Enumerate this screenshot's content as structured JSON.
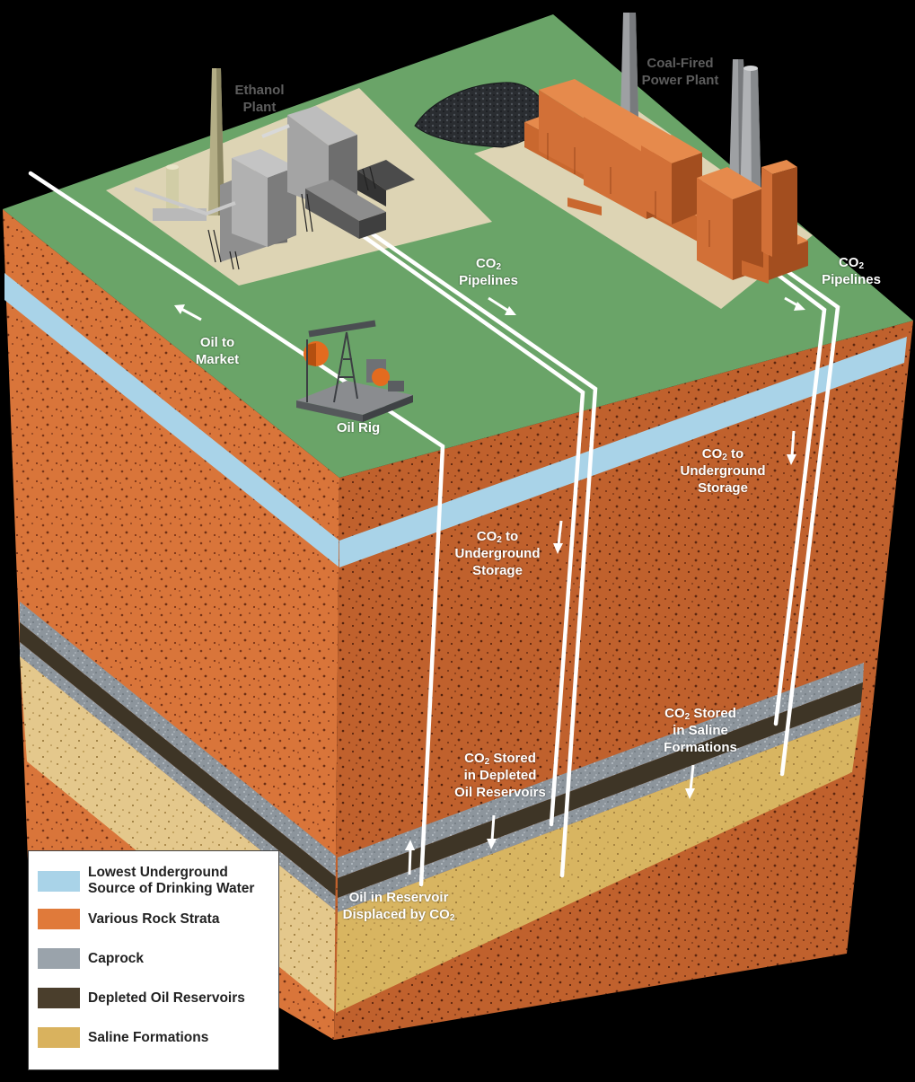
{
  "labels": {
    "ethanol_plant": [
      "Ethanol",
      "Plant"
    ],
    "coal_plant": [
      "Coal-Fired",
      "Power Plant"
    ],
    "co2_pipelines_left": [
      "CO|2",
      "Pipelines"
    ],
    "co2_pipelines_right": [
      "CO|2",
      "Pipelines"
    ],
    "oil_to_market": [
      "Oil to",
      "Market"
    ],
    "oil_rig": [
      "Oil Rig"
    ],
    "co2_storage_right": [
      "CO|2| to",
      "Underground",
      "Storage"
    ],
    "co2_storage_center": [
      "CO|2| to",
      "Underground",
      "Storage"
    ],
    "co2_saline": [
      "CO|2| Stored",
      "in Saline",
      "Formations"
    ],
    "co2_depleted": [
      "CO|2| Stored",
      "in Depleted",
      "Oil Reservoirs"
    ],
    "oil_displaced": [
      "Oil in Reservoir",
      "Displaced by CO|2"
    ]
  },
  "legend": [
    {
      "label": "Lowest Underground Source of Drinking Water",
      "lines": [
        "Lowest Underground",
        "Source of Drinking Water"
      ],
      "color": "#a9d3e8"
    },
    {
      "label": "Various Rock Strata",
      "lines": [
        "Various Rock Strata"
      ],
      "color": "#e07a3a"
    },
    {
      "label": "Caprock",
      "lines": [
        "Caprock"
      ],
      "color": "#9aa3ab"
    },
    {
      "label": "Depleted Oil Reservoirs",
      "lines": [
        "Depleted Oil Reservoirs"
      ],
      "color": "#4a3e2c"
    },
    {
      "label": "Saline Formations",
      "lines": [
        "Saline Formations"
      ],
      "color": "#d9b25e"
    }
  ],
  "colors": {
    "ground": "#6aa468",
    "rock_left": "#d9753a",
    "rock_right": "#c0612d",
    "water": "#a9d3e8",
    "caprock": "#8d959c",
    "oil": "#3e3526",
    "saline_left": "#e4c88c",
    "saline_right": "#d8b561",
    "brick": "#e07a3a",
    "pipe": "#ffffff"
  }
}
